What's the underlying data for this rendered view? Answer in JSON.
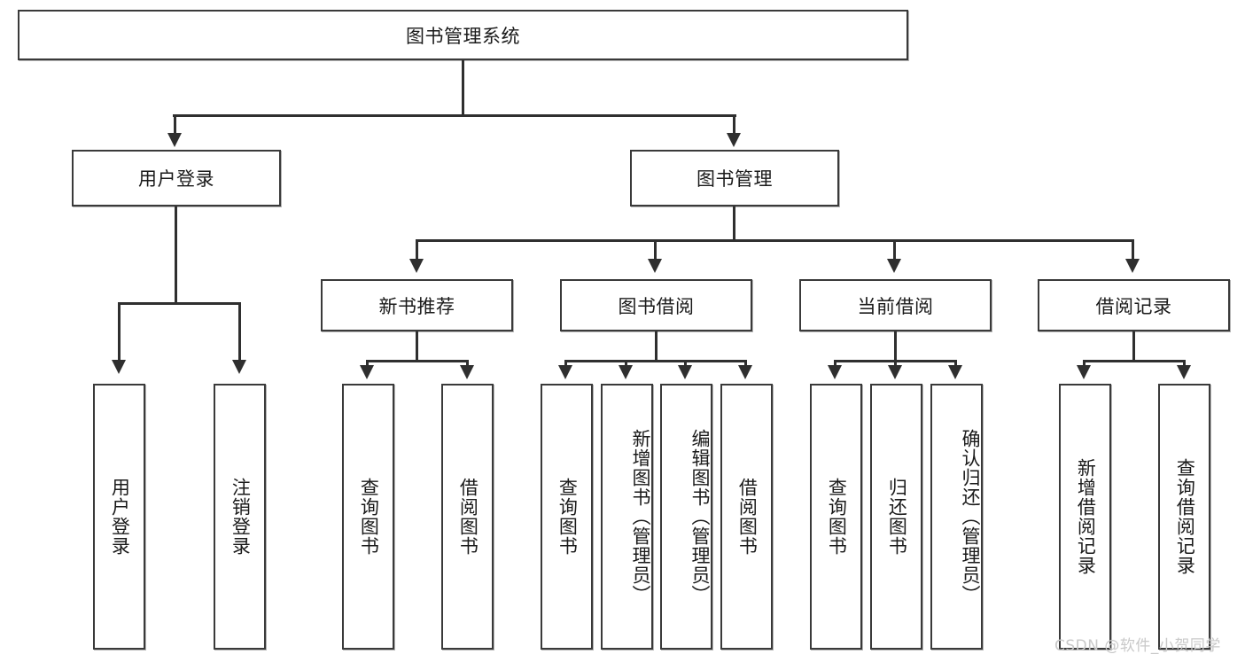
{
  "diagram": {
    "type": "tree",
    "title": "图书管理系统",
    "root": {
      "label": "图书管理系统"
    },
    "level2": [
      {
        "label": "用户登录"
      },
      {
        "label": "图书管理"
      }
    ],
    "level3": [
      {
        "label": "新书推荐"
      },
      {
        "label": "图书借阅"
      },
      {
        "label": "当前借阅"
      },
      {
        "label": "借阅记录"
      }
    ],
    "leaves": {
      "user_login": [
        {
          "label": "用户登录"
        },
        {
          "label": "注销登录"
        }
      ],
      "new_book_recommend": [
        {
          "label": "查询图书"
        },
        {
          "label": "借阅图书"
        }
      ],
      "book_borrow": [
        {
          "label": "查询图书"
        },
        {
          "label": "新增图书（管理员）"
        },
        {
          "label": "编辑图书（管理员）"
        },
        {
          "label": "借阅图书"
        }
      ],
      "current_borrow": [
        {
          "label": "查询图书"
        },
        {
          "label": "归还图书"
        },
        {
          "label": "确认归还（管理员）"
        }
      ],
      "borrow_record": [
        {
          "label": "新增借阅记录"
        },
        {
          "label": "查询借阅记录"
        }
      ]
    }
  },
  "watermark": {
    "text": "CSDN @软件_小贺同学"
  },
  "colors": {
    "border": "#3a3a3a",
    "line": "#2f2f2f",
    "text": "#1a1a1a",
    "background": "#ffffff",
    "watermark": "#c9c9c9"
  }
}
